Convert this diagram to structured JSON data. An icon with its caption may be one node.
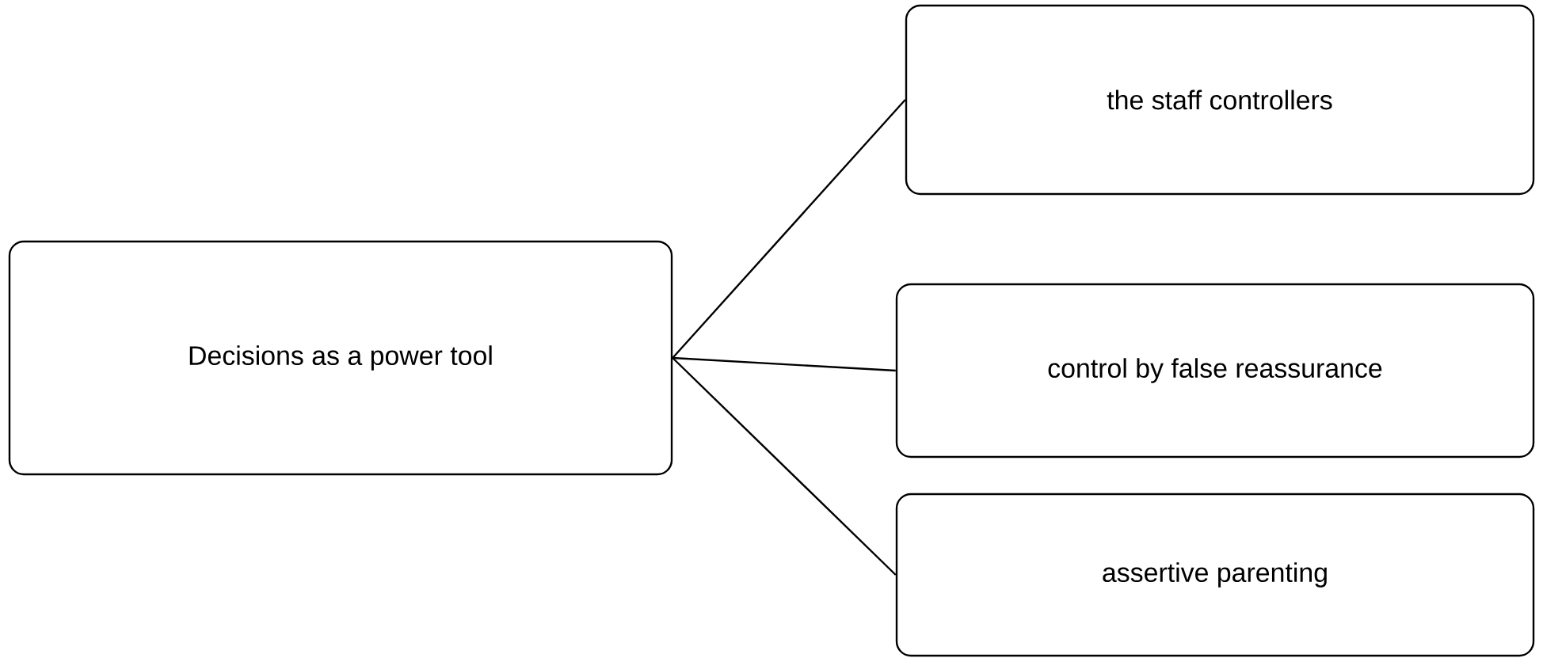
{
  "diagram": {
    "nodes": [
      {
        "text": [
          "Decisions as a power tool"
        ]
      },
      {
        "text": [
          "the staff controllers"
        ]
      },
      {
        "text": [
          "control by false reassurance"
        ]
      },
      {
        "text": [
          "assertive parenting"
        ]
      }
    ],
    "edges": [
      {
        "from": 0,
        "to": 1,
        "arrow": "none"
      },
      {
        "from": 0,
        "to": 2,
        "arrow": "none"
      },
      {
        "from": 0,
        "to": 3,
        "arrow": "none"
      }
    ]
  }
}
